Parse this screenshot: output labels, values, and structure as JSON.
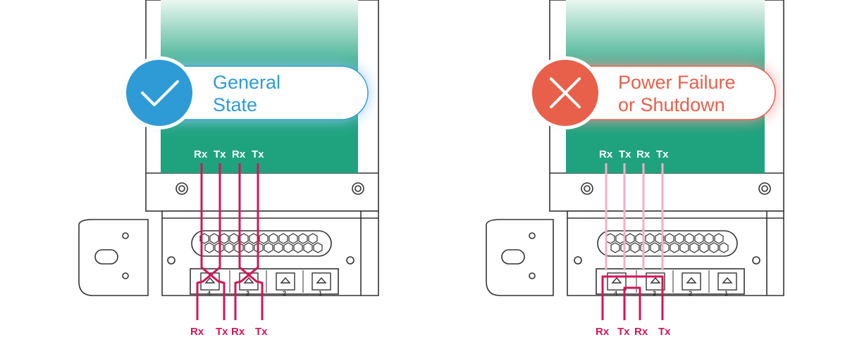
{
  "panels": [
    {
      "state_title_line1": "General",
      "state_title_line2": "State",
      "state_color": "#2E9BD6",
      "top_labels": [
        "Rx",
        "Tx",
        "Rx",
        "Tx"
      ],
      "bottom_labels": [
        "Rx",
        "Tx",
        "Rx",
        "Tx"
      ],
      "port_numbers": [
        "4",
        "3",
        "2",
        "1"
      ],
      "icon": "check-icon"
    },
    {
      "state_title_line1": "Power Failure",
      "state_title_line2": "or Shutdown",
      "state_color": "#E8604A",
      "top_labels": [
        "Rx",
        "Tx",
        "Rx",
        "Tx"
      ],
      "bottom_labels": [
        "Rx",
        "Tx",
        "Rx",
        "Tx"
      ],
      "port_numbers": [
        "4",
        "3",
        "2",
        "1"
      ],
      "icon": "cross-icon"
    }
  ],
  "colors": {
    "card_green_top": "#EAF7F0",
    "card_green": "#1FA37F",
    "fiber": "#D4145A",
    "fiber_faded": "#F2AFC8",
    "device_stroke": "#333333"
  }
}
